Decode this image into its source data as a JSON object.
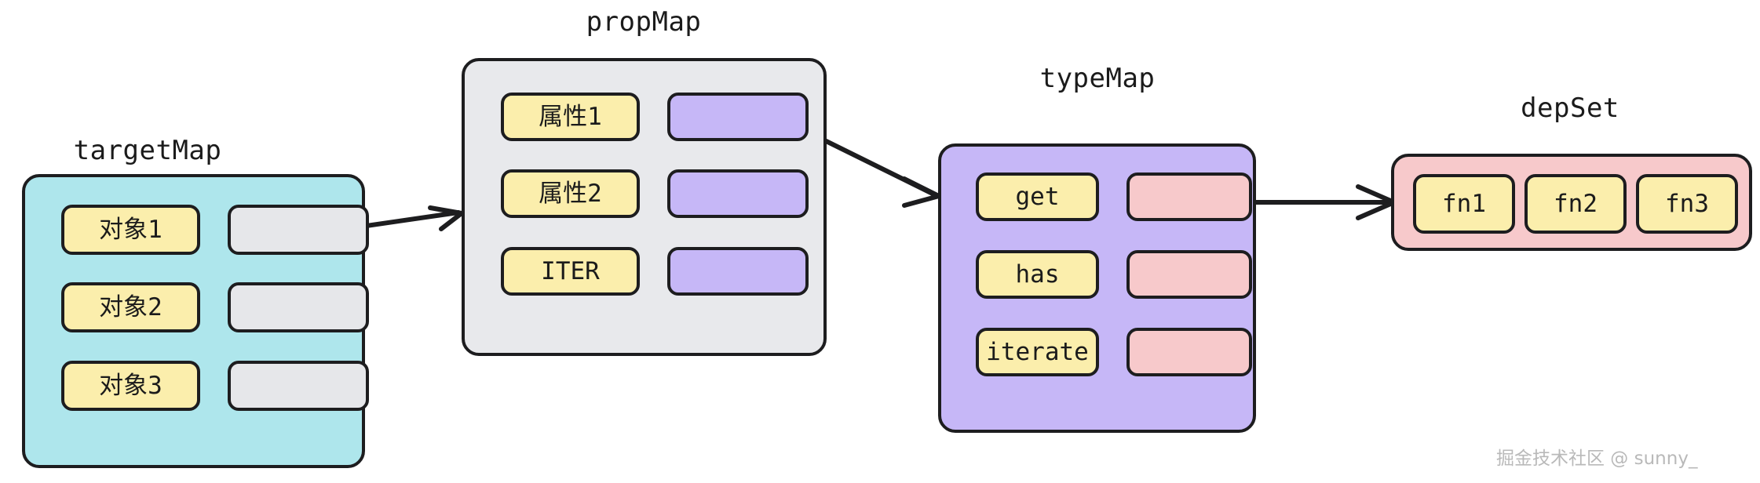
{
  "diagram": {
    "title_targetmap": "targetMap",
    "title_propmap": "propMap",
    "title_typemap": "typeMap",
    "title_depset": "depSet",
    "colors": {
      "targetmap_bg": "#aee6ec",
      "propmap_bg": "#e8e9ec",
      "typemap_bg": "#c6b7f7",
      "depset_bg": "#f7c9cb",
      "key_yellow": "#fbeeac",
      "value_gray": "#e6e7ea",
      "value_purple": "#c6b7f7",
      "value_pink": "#f7c9cb",
      "stroke": "#1d1d1f"
    }
  },
  "targetMap": {
    "label": "targetMap",
    "rows": [
      {
        "key": "对象1",
        "value": ""
      },
      {
        "key": "对象2",
        "value": ""
      },
      {
        "key": "对象3",
        "value": ""
      }
    ]
  },
  "propMap": {
    "label": "propMap",
    "rows": [
      {
        "key": "属性1",
        "value": ""
      },
      {
        "key": "属性2",
        "value": ""
      },
      {
        "key": "ITER",
        "value": ""
      }
    ]
  },
  "typeMap": {
    "label": "typeMap",
    "rows": [
      {
        "key": "get",
        "value": ""
      },
      {
        "key": "has",
        "value": ""
      },
      {
        "key": "iterate",
        "value": ""
      }
    ]
  },
  "depSet": {
    "label": "depSet",
    "items": [
      {
        "label": "fn1"
      },
      {
        "label": "fn2"
      },
      {
        "label": "fn3"
      }
    ]
  },
  "watermark": {
    "text": "掘金技术社区 @ sunny_"
  }
}
